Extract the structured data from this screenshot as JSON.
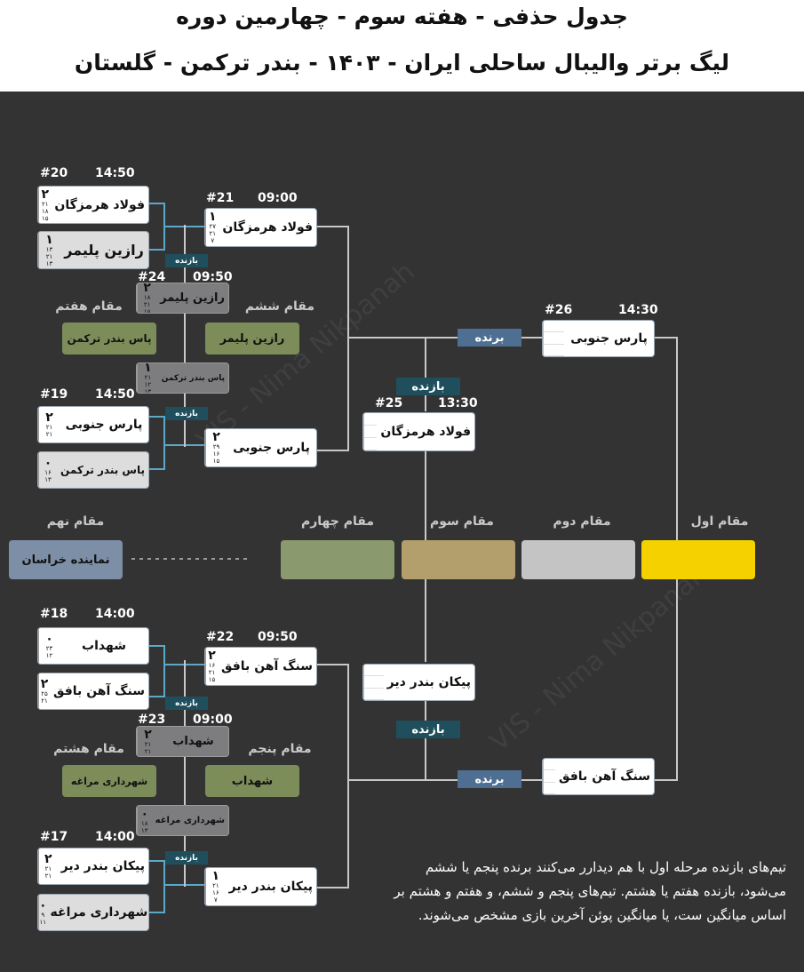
{
  "header": {
    "line1": "جدول حذفی  -  هفته سوم - چهارمین دوره",
    "line2": "لیگ برتر والیبال ساحلی ایران - ۱۴۰۳ - بندر ترکمن - گلستان"
  },
  "watermark": "VIS - Nima Nikpanah",
  "matches": {
    "m20": {
      "num": "#20",
      "time": "14:50",
      "team1": {
        "name": "فولاد هرمزگان",
        "score": "۲",
        "sets": [
          "۲۱",
          "۱۸",
          "۱۵"
        ]
      },
      "team2": {
        "name": "رازین پلیمر",
        "score": "۱",
        "sets": [
          "۱۳",
          "۲۱",
          "۱۳"
        ]
      }
    },
    "m21": {
      "num": "#21",
      "time": "09:00",
      "team1": {
        "name": "فولاد هرمزگان",
        "score": "۱",
        "sets": [
          "۲۷",
          "۲۱",
          "۷"
        ]
      }
    },
    "m24": {
      "num": "#24",
      "time": "09:50",
      "team1": {
        "name": "رازین پلیمر",
        "score": "۲",
        "sets": [
          "۱۸",
          "۲۱",
          "۱۵"
        ]
      },
      "team2": {
        "name": "پاس بندر ترکمن",
        "score": "۱",
        "sets": [
          "۲۱",
          "۱۲",
          "۱۳"
        ]
      }
    },
    "m19": {
      "num": "#19",
      "time": "14:50",
      "team1": {
        "name": "پارس جنوبی",
        "score": "۲",
        "sets": [
          "۲۱",
          "۲۱"
        ]
      },
      "team2": {
        "name": "پاس بندر ترکمن",
        "score": "۰",
        "sets": [
          "۱۶",
          "۱۳"
        ]
      }
    },
    "m21b": {
      "team1": {
        "name": "پارس جنوبی",
        "score": "۲",
        "sets": [
          "۲۹",
          "۱۶",
          "۱۵"
        ]
      }
    },
    "m26": {
      "num": "#26",
      "time": "14:30",
      "team1": {
        "name": "پارس جنوبی"
      },
      "team2": {
        "name": "سنگ آهن بافق"
      }
    },
    "m25": {
      "num": "#25",
      "time": "13:30",
      "team1": {
        "name": "فولاد هرمزگان"
      },
      "team2": {
        "name": "پیکان بندر دیر"
      }
    },
    "m18": {
      "num": "#18",
      "time": "14:00",
      "team1": {
        "name": "شهداب",
        "score": "۰",
        "sets": [
          "۲۳",
          "۱۲"
        ]
      },
      "team2": {
        "name": "سنگ آهن بافق",
        "score": "۲",
        "sets": [
          "۲۵",
          "۲۱"
        ]
      }
    },
    "m22": {
      "num": "#22",
      "time": "09:50",
      "team1": {
        "name": "سنگ آهن بافق",
        "score": "۲",
        "sets": [
          "۱۶",
          "۲۱",
          "۱۵"
        ]
      }
    },
    "m23": {
      "num": "#23",
      "time": "09:00",
      "team1": {
        "name": "شهداب",
        "score": "۲",
        "sets": [
          "۲۱",
          "۲۱"
        ]
      },
      "team2": {
        "name": "شهرداری مراغه",
        "score": "۰",
        "sets": [
          "۱۸",
          "۱۳"
        ]
      }
    },
    "m17": {
      "num": "#17",
      "time": "14:00",
      "team1": {
        "name": "پیکان بندر دیر",
        "score": "۲",
        "sets": [
          "۲۱",
          "۲۱"
        ]
      },
      "team2": {
        "name": "شهرداری مراغه",
        "score": "۰",
        "sets": [
          "۹",
          "۱۱"
        ]
      }
    },
    "m22b": {
      "team1": {
        "name": "پیکان بندر دیر",
        "score": "۱",
        "sets": [
          "۲۱",
          "۱۶",
          "۷"
        ]
      }
    }
  },
  "places": {
    "seventh": {
      "label": "مقام هفتم",
      "team": "پاس بندر ترکمن"
    },
    "sixth": {
      "label": "مقام ششم",
      "team": "رازین پلیمر"
    },
    "ninth": {
      "label": "مقام نهم",
      "team": "نماینده خراسان"
    },
    "fourth": {
      "label": "مقام چهارم",
      "team": ""
    },
    "third": {
      "label": "مقام سوم",
      "team": ""
    },
    "second": {
      "label": "مقام دوم",
      "team": ""
    },
    "first": {
      "label": "مقام اول",
      "team": ""
    },
    "eighth": {
      "label": "مقام هشتم",
      "team": "شهرداری مراغه"
    },
    "fifth": {
      "label": "مقام پنجم",
      "team": "شهداب"
    }
  },
  "tags": {
    "loser": "بازنده",
    "winner": "برنده"
  },
  "note": "تیم‌های بازنده مرحله اول با هم دیدارر می‌کنند برنده پنجم یا ششم می‌شود، بازنده هفتم یا هشتم. تیم‌های پنجم و ششم، و  هفتم و هشتم بر اساس میانگین ست، یا میانگین پوئن  آخرین بازی  مشخص می‌شوند.",
  "colors": {
    "background": "#333334",
    "line": "#c8c8c8",
    "connector": "#5aa9c9",
    "place_green": "#7c8d5a",
    "fourth": "#8a9a6e",
    "third": "#b39f6c",
    "second": "#c4c4c4",
    "first": "#f5d100",
    "ninth": "#7d8fa6",
    "tag": "#1f4f5c"
  }
}
